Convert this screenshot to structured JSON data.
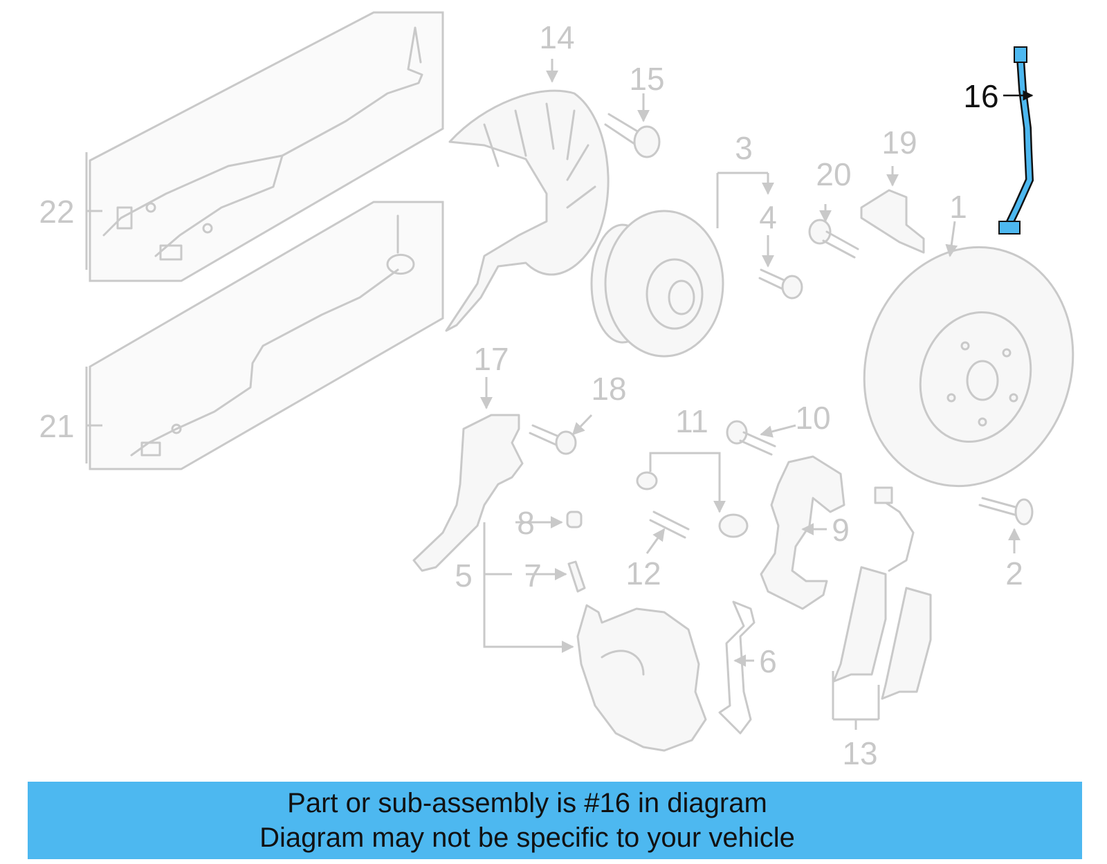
{
  "highlight": {
    "part": "16",
    "color": "#4db8f0"
  },
  "callouts": {
    "c1": "1",
    "c2": "2",
    "c3": "3",
    "c4": "4",
    "c5": "5",
    "c6": "6",
    "c7": "7",
    "c8": "8",
    "c9": "9",
    "c10": "10",
    "c11": "11",
    "c12": "12",
    "c13": "13",
    "c14": "14",
    "c15": "15",
    "c16": "16",
    "c17": "17",
    "c18": "18",
    "c19": "19",
    "c20": "20",
    "c21": "21",
    "c22": "22"
  },
  "caption": {
    "line1": "Part or sub-assembly is #16 in diagram",
    "line2": "Diagram may not be specific to your vehicle"
  }
}
